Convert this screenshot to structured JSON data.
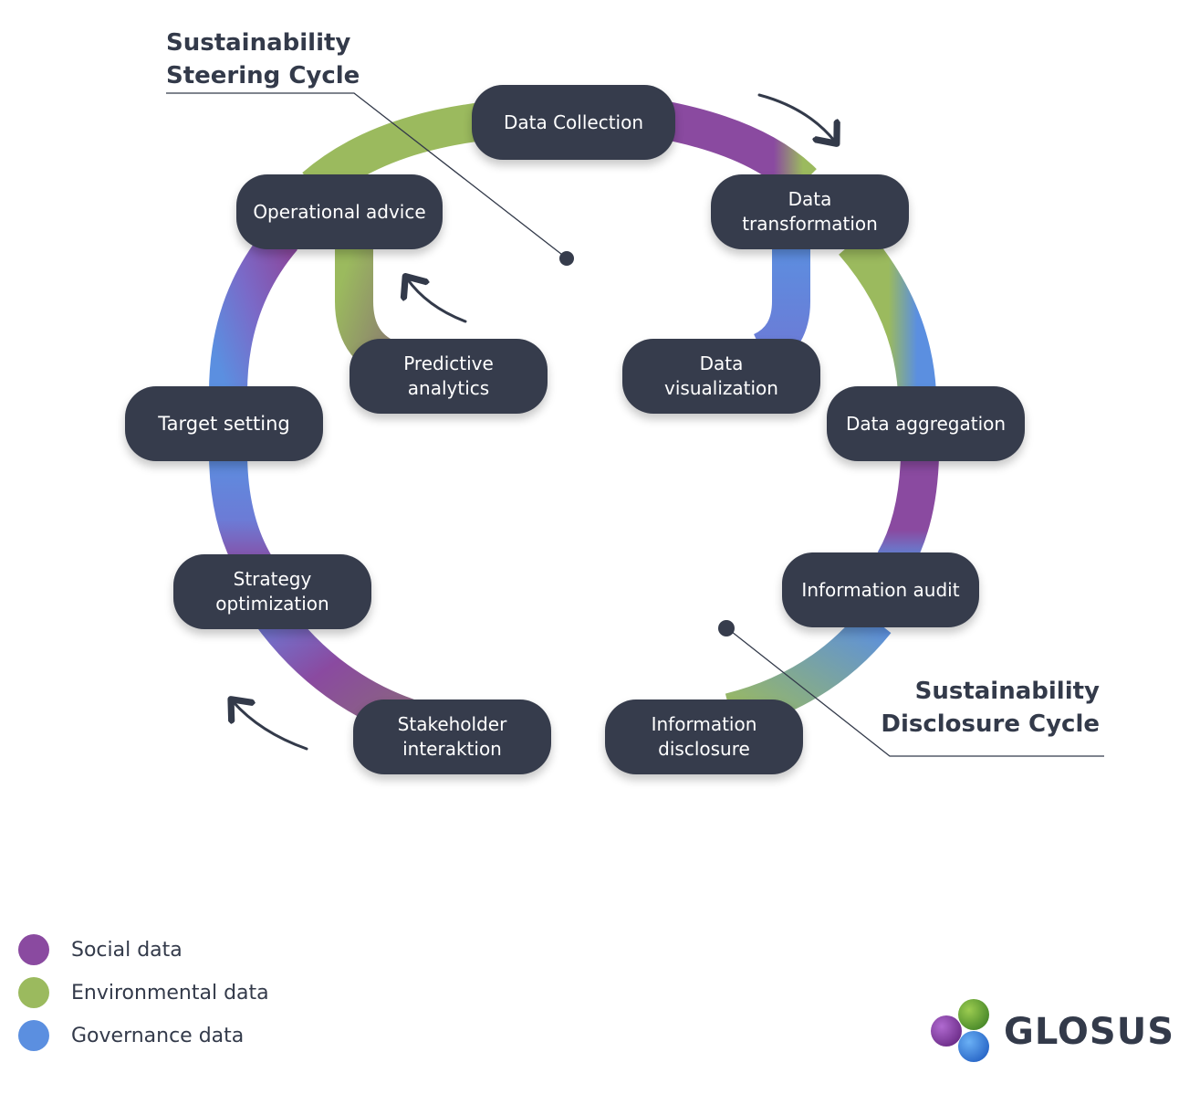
{
  "titles": {
    "steering": [
      "Sustainability",
      "Steering Cycle"
    ],
    "disclosure": [
      "Sustainability",
      "Disclosure Cycle"
    ]
  },
  "nodes": {
    "data_collection": [
      "Data Collection"
    ],
    "data_transformation": [
      "Data",
      "transformation"
    ],
    "data_aggregation": [
      "Data aggregation"
    ],
    "information_audit": [
      "Information audit"
    ],
    "information_disclosure": [
      "Information",
      "disclosure"
    ],
    "stakeholder_interaktion": [
      "Stakeholder",
      "interaktion"
    ],
    "strategy_optimization": [
      "Strategy",
      "optimization"
    ],
    "target_setting": [
      "Target setting"
    ],
    "operational_advice": [
      "Operational advice"
    ],
    "predictive_analytics": [
      "Predictive",
      "analytics"
    ],
    "data_visualization": [
      "Data",
      "visualization"
    ]
  },
  "legend": [
    {
      "label": "Social data",
      "color": "#8a4aa0"
    },
    {
      "label": "Environmental data",
      "color": "#9bba5e"
    },
    {
      "label": "Governance data",
      "color": "#5b8fe0"
    }
  ],
  "colors": {
    "node_bg": "#363c4c",
    "social": "#8a4aa0",
    "environmental": "#9bba5e",
    "governance": "#5b8fe0",
    "text": "#333a4a"
  },
  "brand": {
    "name": "GLOSUS"
  }
}
